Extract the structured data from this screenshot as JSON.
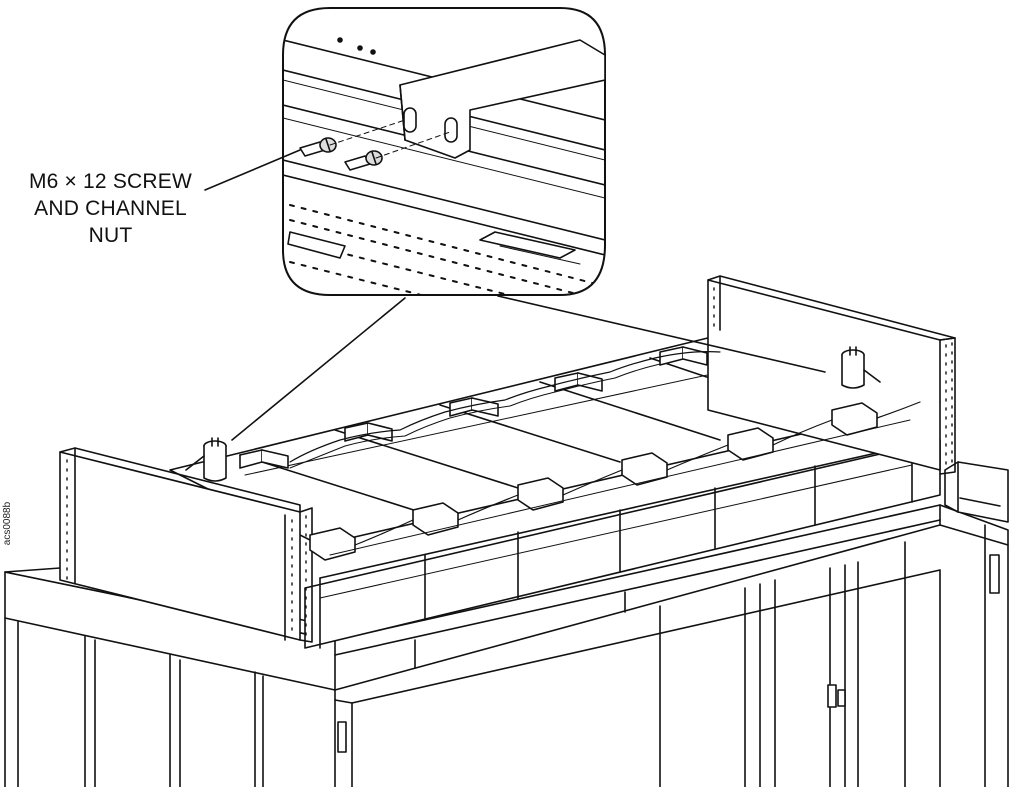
{
  "callout": {
    "line1": "M6 × 12 SCREW",
    "line2": "AND CHANNEL",
    "line3": "NUT"
  },
  "figure_id": "acs0088b",
  "colors": {
    "line": "#111111",
    "fill": "#ffffff",
    "shade": "#f2f2f2"
  }
}
